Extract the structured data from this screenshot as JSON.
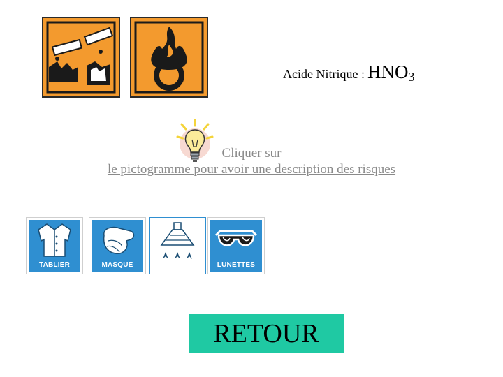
{
  "formula": {
    "prefix": "Acide Nitrique :",
    "chem": "HNO",
    "subscript": "3"
  },
  "hint": {
    "line1": "Cliquer sur",
    "line2": "le pictogramme pour avoir une description des risques"
  },
  "ppe": [
    {
      "label": "TABLIER",
      "icon": "lab-coat-icon"
    },
    {
      "label": "MASQUE",
      "icon": "mask-icon"
    },
    {
      "label": "",
      "icon": "fume-hood-icon"
    },
    {
      "label": "LUNETTES",
      "icon": "goggles-icon"
    }
  ],
  "retour_label": "RETOUR",
  "colors": {
    "hazard_orange": "#f39a2e",
    "ppe_blue": "#2f8fd1",
    "retour_bg": "#1fc9a3",
    "hint_text": "#8a8a8a"
  }
}
